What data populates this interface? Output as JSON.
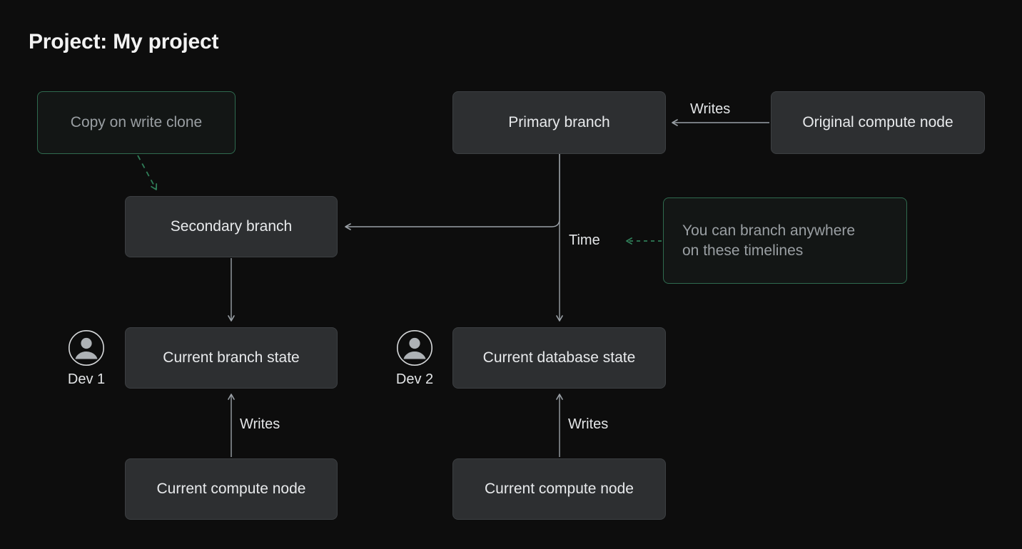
{
  "page": {
    "title": "Project: My project",
    "background_color": "#0d0d0d",
    "node_fill": "#2d2f31",
    "node_border": "#3c3f42",
    "accent_green": "#2f6b4f",
    "text_color": "#e8eaec",
    "muted_text_color": "#9a9fa3",
    "wire_color": "#9aa0a6"
  },
  "nodes": {
    "copy_on_write_clone": {
      "label": "Copy on write clone",
      "style": "green-outline"
    },
    "primary_branch": {
      "label": "Primary branch",
      "style": "solid"
    },
    "original_compute_node": {
      "label": "Original compute node",
      "style": "solid"
    },
    "secondary_branch": {
      "label": "Secondary branch",
      "style": "solid"
    },
    "branch_note": {
      "line1": "You can branch anywhere",
      "line2": "on these timelines",
      "style": "green-outline"
    },
    "current_branch_state": {
      "label": "Current branch state",
      "style": "solid"
    },
    "current_database_state": {
      "label": "Current database state",
      "style": "solid"
    },
    "current_compute_node_left": {
      "label": "Current compute node",
      "style": "solid"
    },
    "current_compute_node_right": {
      "label": "Current compute node",
      "style": "solid"
    }
  },
  "edge_labels": {
    "writes_top": "Writes",
    "time": "Time",
    "writes_left": "Writes",
    "writes_right": "Writes"
  },
  "actors": [
    {
      "icon": "user-avatar-icon",
      "label": "Dev 1"
    },
    {
      "icon": "user-avatar-icon",
      "label": "Dev 2"
    }
  ],
  "edges": [
    {
      "from": "original_compute_node",
      "to": "primary_branch",
      "label": "Writes",
      "style": "solid"
    },
    {
      "from": "copy_on_write_clone",
      "to": "secondary_branch",
      "label": "",
      "style": "dashed-green"
    },
    {
      "from": "primary_branch",
      "to": "secondary_branch",
      "label": "",
      "style": "solid"
    },
    {
      "from": "primary_branch",
      "to": "current_database_state",
      "label": "Time",
      "style": "solid"
    },
    {
      "from": "secondary_branch",
      "to": "current_branch_state",
      "label": "",
      "style": "solid"
    },
    {
      "from": "current_compute_node_left",
      "to": "current_branch_state",
      "label": "Writes",
      "style": "solid"
    },
    {
      "from": "current_compute_node_right",
      "to": "current_database_state",
      "label": "Writes",
      "style": "solid"
    },
    {
      "from": "branch_note",
      "to": "time",
      "label": "",
      "style": "dashed-green"
    }
  ]
}
